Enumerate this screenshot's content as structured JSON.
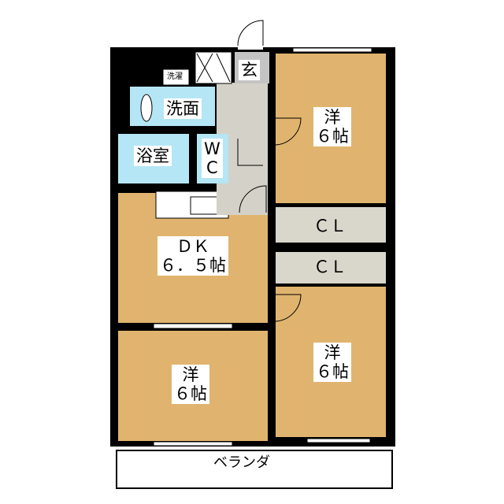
{
  "colors": {
    "room": "#e0b46e",
    "wet": "#b5e6f5",
    "hall": "#d4d2c8",
    "entry": "#c4c4c4",
    "closet": "#d9d7cc",
    "wall": "#000000"
  },
  "rooms": {
    "entrance": "玄",
    "laundry": "洗濯",
    "washroom": "洗面",
    "bath": "浴室",
    "wc": "W\nC",
    "dk": "ＤＫ\n６．５帖",
    "room_ne": "洋\n６帖",
    "closet_1": "ＣＬ",
    "closet_2": "ＣＬ",
    "room_se": "洋\n６帖",
    "room_sw": "洋\n６帖",
    "balcony": "ベランダ"
  }
}
